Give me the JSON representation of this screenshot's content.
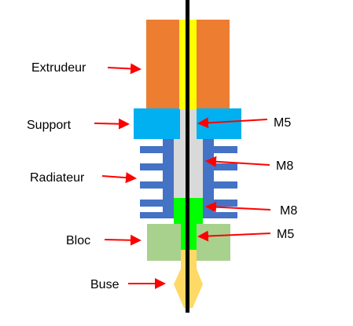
{
  "labels": {
    "extruder": "Extrudeur",
    "support": "Support",
    "heatsink": "Radiateur",
    "block": "Bloc",
    "nozzle": "Buse",
    "thread_m5_top": "M5",
    "thread_m8_top": "M8",
    "thread_m8_bottom": "M8",
    "thread_m5_bottom": "M5"
  },
  "colors": {
    "extruder": "#ED7D31",
    "support": "#00B0F0",
    "heatsink": "#4472C4",
    "bore": "#D9D9D9",
    "green_tube": "#00FF00",
    "block": "#A9D18E",
    "nozzle": "#FFD966",
    "filament": "#000000",
    "filament_guide": "#FFFF00",
    "arrow": "#FF0000"
  }
}
